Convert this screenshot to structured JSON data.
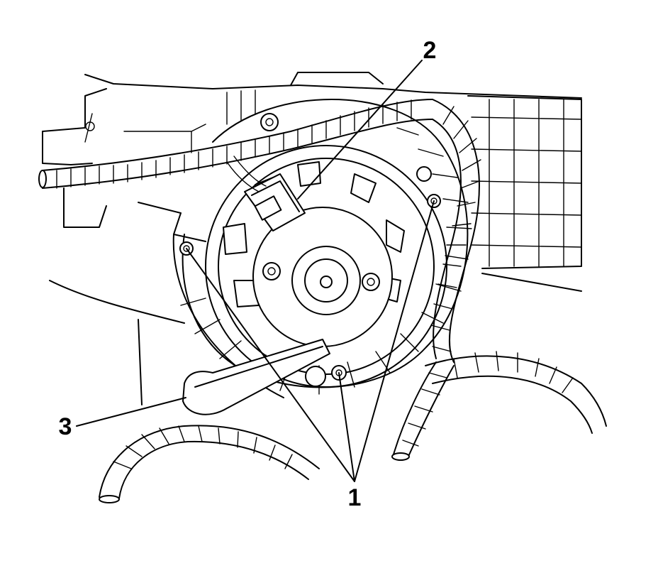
{
  "figure": {
    "callouts": [
      {
        "id": "c1",
        "label": "1"
      },
      {
        "id": "c2",
        "label": "2"
      },
      {
        "id": "c3",
        "label": "3"
      }
    ]
  }
}
